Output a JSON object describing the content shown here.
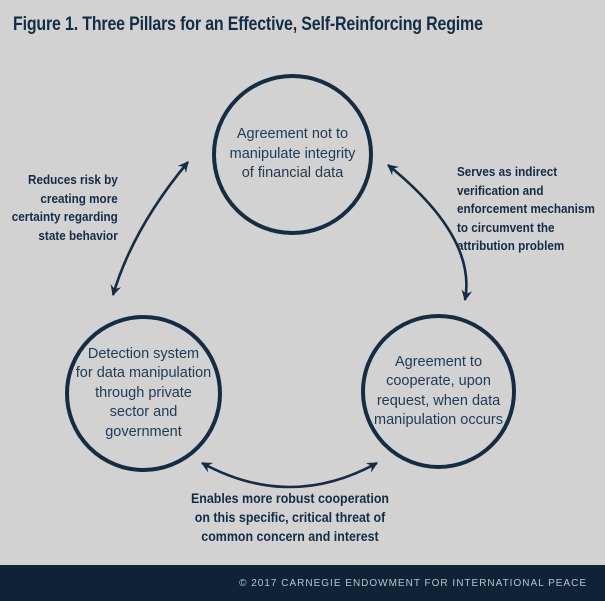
{
  "title": "Figure 1. Three Pillars for an Effective, Self-Reinforcing Regime",
  "colors": {
    "background": "#d2d2d2",
    "navy": "#142c44",
    "circle_text": "#1e3a55",
    "footer_bg": "#0f2337",
    "footer_text": "#b9c3cd"
  },
  "circles": {
    "top": {
      "lines": [
        "Agreement not to",
        "manipulate integrity",
        "of financial data"
      ]
    },
    "bottom_left": {
      "lines": [
        "Detection system",
        "for data manipulation",
        "through private",
        "sector and",
        "government"
      ]
    },
    "bottom_right": {
      "lines": [
        "Agreement to",
        "cooperate, upon",
        "request, when data",
        "manipulation occurs"
      ]
    }
  },
  "labels": {
    "left": {
      "lines": [
        "Reduces risk by",
        "creating more",
        "certainty regarding",
        "state behavior"
      ]
    },
    "right": {
      "lines": [
        "Serves as indirect",
        "verification and",
        "enforcement mechanism",
        "to circumvent the",
        "attribution problem"
      ]
    },
    "bottom": {
      "lines": [
        "Enables more robust cooperation",
        "on this specific, critical threat of",
        "common concern and interest"
      ]
    }
  },
  "footer": {
    "text": "© 2017 CARNEGIE ENDOWMENT FOR INTERNATIONAL PEACE"
  }
}
